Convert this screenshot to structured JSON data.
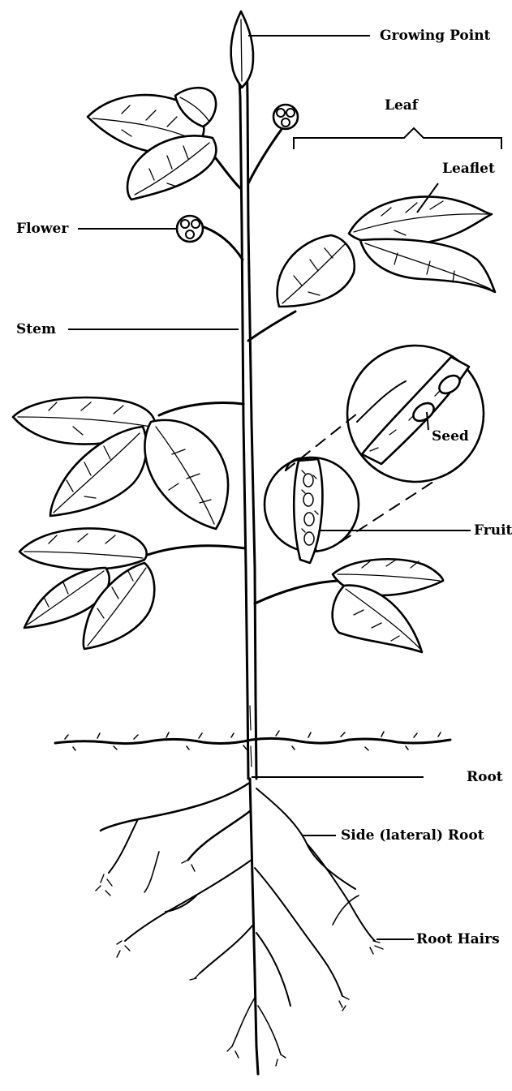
{
  "labels": {
    "growing_point": "Growing Point",
    "leaf": "Leaf",
    "leaflet": "Leaflet",
    "flower": "Flower",
    "stem": "Stem",
    "seed": "Seed",
    "fruit": "Fruit",
    "root": "Root",
    "side_root": "Side (lateral) Root",
    "root_hairs": "Root Hairs"
  },
  "colors": {
    "ink": "#000000",
    "background": "#ffffff"
  }
}
